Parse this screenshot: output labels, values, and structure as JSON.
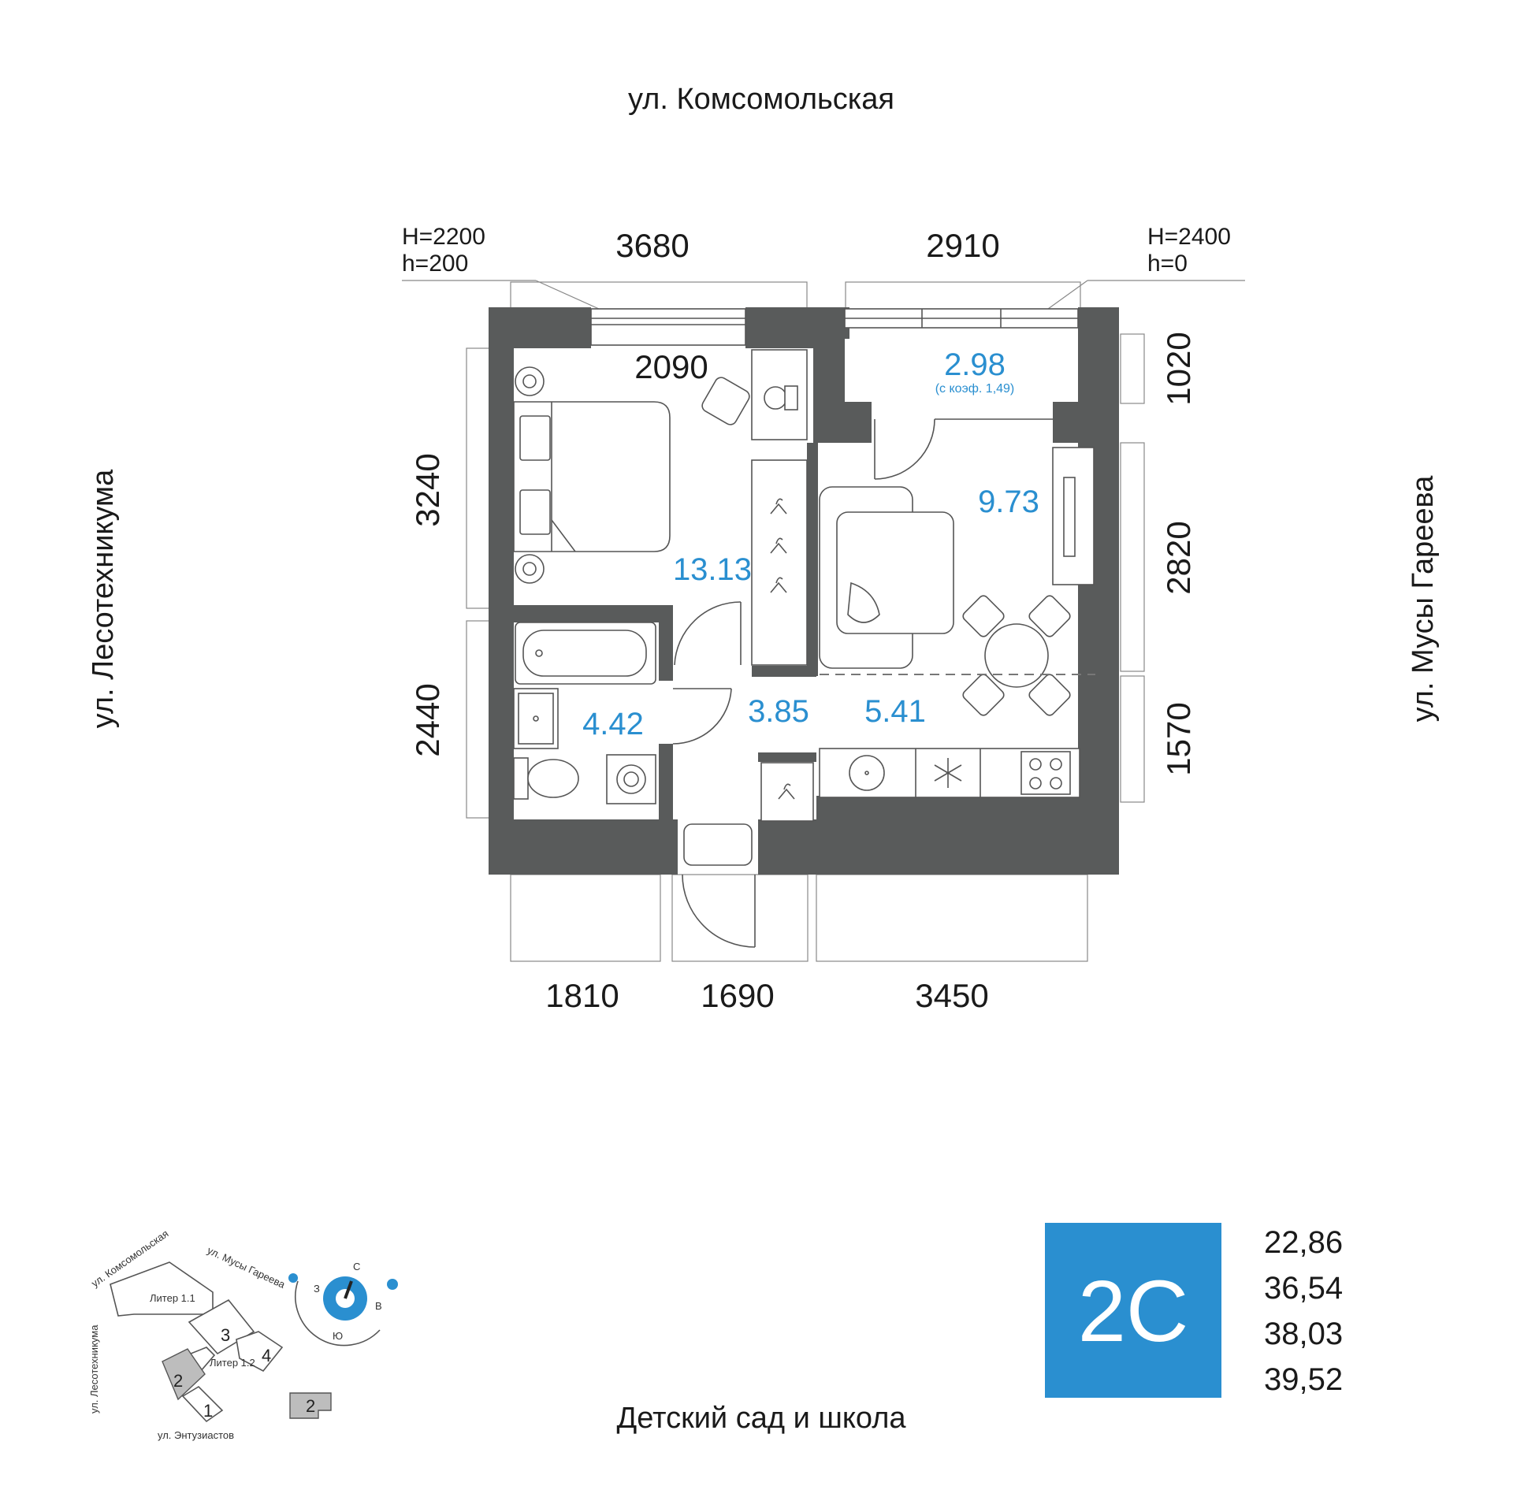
{
  "streets": {
    "top": "ул. Комсомольская",
    "left": "ул. Лесотехникума",
    "right": "ул. Мусы Гареева",
    "bottom": "Детский сад и школа"
  },
  "window_notes": {
    "left": {
      "line1": "H=2200",
      "line2": "h=200"
    },
    "right": {
      "line1": "H=2400",
      "line2": "h=0"
    }
  },
  "dimensions": {
    "top_left": "3680",
    "top_right": "2910",
    "inner": "2090",
    "left_upper": "3240",
    "left_lower": "2440",
    "right_1": "1020",
    "right_2": "2820",
    "right_3": "1570",
    "bottom_1": "1810",
    "bottom_2": "1690",
    "bottom_3": "3450"
  },
  "rooms": {
    "balcony": {
      "area": "2.98",
      "note": "(с коэф. 1,49)"
    },
    "bedroom": {
      "area": "13.13"
    },
    "living": {
      "area": "9.73"
    },
    "bathroom": {
      "area": "4.42"
    },
    "hall": {
      "area": "3.85"
    },
    "kitchen": {
      "area": "5.41"
    }
  },
  "minimap": {
    "streets": {
      "top": "ул. Комсомольская",
      "left": "ул. Лесотехникума",
      "right": "ул. Мусы Гареева",
      "bottom": "ул. Энтузиастов"
    },
    "liters": {
      "a": "Литер 1.1",
      "b": "Литер 1.2"
    },
    "sections": [
      "1",
      "2",
      "3",
      "4"
    ],
    "legend_section": "2",
    "compass": {
      "n": "С",
      "s": "Ю",
      "w": "З",
      "e": "В"
    }
  },
  "apartment": {
    "badge": "2С",
    "areas": [
      "22,86",
      "36,54",
      "38,03",
      "39,52"
    ],
    "badge_color": "#2a8fd0",
    "wall_color": "#595b5b"
  }
}
